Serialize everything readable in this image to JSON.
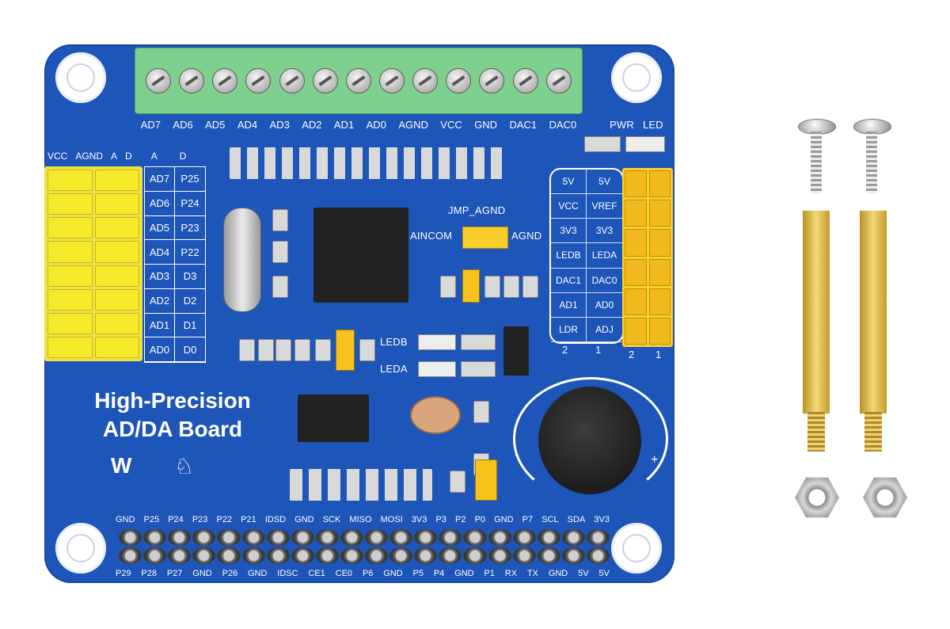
{
  "board": {
    "title_line1": "High-Precision",
    "title_line2": "AD/DA Board",
    "terminal_labels": [
      "AD7",
      "AD6",
      "AD5",
      "AD4",
      "AD3",
      "AD2",
      "AD1",
      "AD0",
      "AGND",
      "VCC",
      "GND",
      "DAC1",
      "DAC0"
    ],
    "header_top_labels": [
      "VCC",
      "AGND",
      "A",
      "D",
      "A",
      "D"
    ],
    "pin_table": [
      [
        "AD7",
        "P25"
      ],
      [
        "AD6",
        "P24"
      ],
      [
        "AD5",
        "P23"
      ],
      [
        "AD4",
        "P22"
      ],
      [
        "AD3",
        "D3"
      ],
      [
        "AD2",
        "D2"
      ],
      [
        "AD1",
        "D1"
      ],
      [
        "AD0",
        "D0"
      ]
    ],
    "power_labels": [
      "PWR",
      "LED"
    ],
    "jumper_label": "JMP_AGND",
    "jumper_left": "AINCOM",
    "jumper_right": "AGND",
    "led_labels": [
      "LEDB",
      "LEDA"
    ],
    "jumper_table": [
      [
        "5V",
        "5V"
      ],
      [
        "VCC",
        "VREF"
      ],
      [
        "3V3",
        "3V3"
      ],
      [
        "LEDB",
        "LEDA"
      ],
      [
        "DAC1",
        "DAC0"
      ],
      [
        "AD1",
        "AD0"
      ],
      [
        "LDR",
        "ADJ"
      ]
    ],
    "jumper_col_nums": [
      "2",
      "1"
    ],
    "pot_minus": "-",
    "pot_plus": "+",
    "logo_text": "W",
    "gpio_top": [
      "GND",
      "P25",
      "P24",
      "P23",
      "P22",
      "P21",
      "IDSD",
      "GND",
      "SCK",
      "MISO",
      "MOSI",
      "3V3",
      "P3",
      "P2",
      "P0",
      "GND",
      "P7",
      "SCL",
      "SDA",
      "3V3"
    ],
    "gpio_bottom": [
      "P29",
      "P28",
      "P27",
      "GND",
      "P26",
      "GND",
      "IDSC",
      "CE1",
      "CE0",
      "P6",
      "GND",
      "P5",
      "P4",
      "GND",
      "P1",
      "RX",
      "TX",
      "GND",
      "5V",
      "5V"
    ]
  },
  "colors": {
    "pcb": "#1d55b8",
    "terminal": "#7ed08f",
    "header": "#f7ea2b",
    "jumper": "#f2b91c",
    "brass": "#d9b44a"
  }
}
